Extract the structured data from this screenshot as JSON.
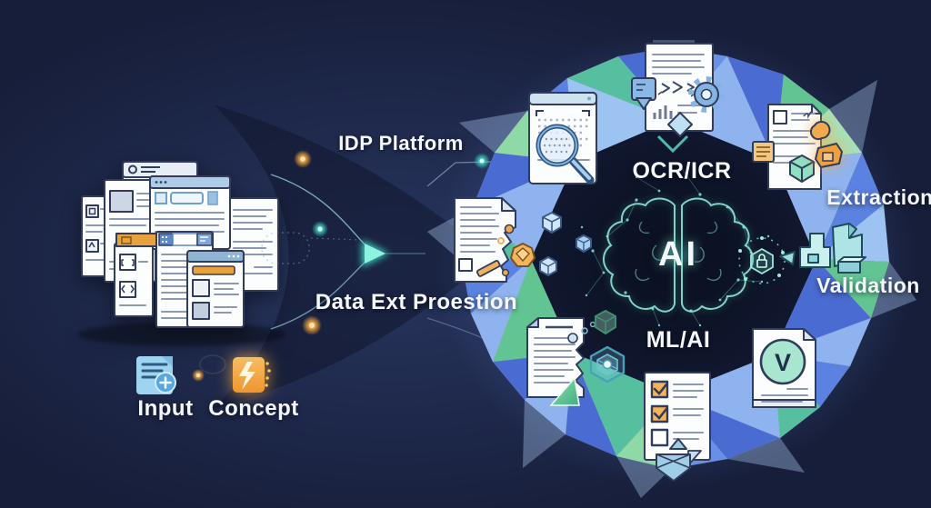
{
  "title": "Intelligent Document Processing (IDP) concept diagram",
  "labels": {
    "idp_platform": "IDP Platform",
    "data_extraction": "Data Ext Proestion",
    "input": "Input",
    "concept": "Concept",
    "ocr_icr": "OCR/ICR",
    "extraction": "Extraction",
    "validation": "Validation",
    "ml_ai": "ML/AI",
    "ai_core": "AI",
    "validation_letter": "V"
  },
  "colors": {
    "background": "#171e3a",
    "facet_blue": "#4a6bd1",
    "facet_light_blue": "#8fb3ef",
    "facet_green": "#55bfa0",
    "facet_light_green": "#8fd9a6",
    "center_dark": "#0c1222",
    "accent_teal": "#3fe0c8",
    "accent_orange": "#f0a63c",
    "document_white": "#fcfdfe",
    "label_white": "#f4f7fb"
  },
  "icons": {
    "document_stack": "stack of webpage/document windows",
    "input_document": "blue document with plus badge",
    "concept_bolt": "orange square with lightning bolt",
    "flow_arrow": "glowing teal arrow into funnel",
    "ocr_magnifier": "magnifier scanning dotted document",
    "analytics_document": "document with arrows, bar chart and gear",
    "extraction_document": "document with cube, sticky note and orange shapes",
    "data_gems_document": "torn document releasing gems and cubes",
    "torn_green_document": "torn document with green cube and hexagon",
    "checklist_document": "checklist document with orange checkmarks",
    "validated_document": "document with circled V",
    "ai_brain": "teal circuit brain",
    "network_node": "dashed circle network node with lock"
  }
}
